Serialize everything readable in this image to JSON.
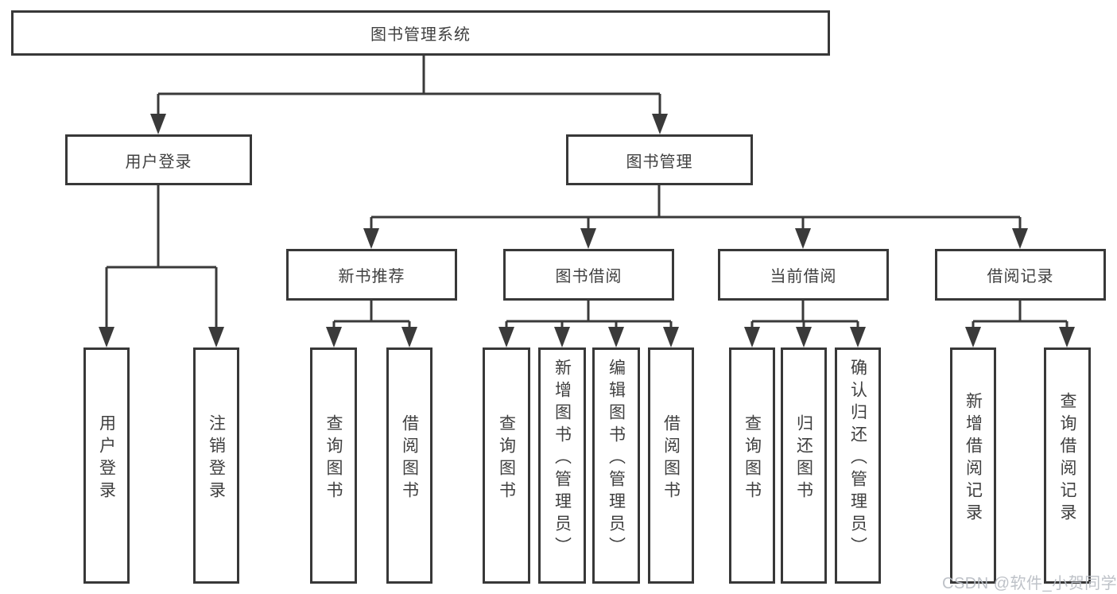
{
  "diagram_title": "图书管理系统",
  "nodes": {
    "root": "图书管理系统",
    "user_login_module": "用户登录",
    "book_management": "图书管理",
    "new_book_recommend": "新书推荐",
    "book_borrowing": "图书借阅",
    "current_borrowing": "当前借阅",
    "borrowing_records": "借阅记录",
    "user_login_func": "用户登录",
    "logout_func": "注销登录",
    "nbr_query_books": "查询图书",
    "nbr_borrow_books": "借阅图书",
    "bb_query_books": "查询图书",
    "bb_add_books_admin": "新增图书（管理员）",
    "bb_edit_books_admin": "编辑图书（管理员）",
    "bb_borrow_books": "借阅图书",
    "cb_query_books": "查询图书",
    "cb_return_books": "归还图书",
    "cb_confirm_return_admin": "确认归还（管理员）",
    "br_add_record": "新增借阅记录",
    "br_query_record": "查询借阅记录"
  },
  "hierarchy": {
    "图书管理系统": {
      "用户登录": [
        "用户登录",
        "注销登录"
      ],
      "图书管理": {
        "新书推荐": [
          "查询图书",
          "借阅图书"
        ],
        "图书借阅": [
          "查询图书",
          "新增图书（管理员）",
          "编辑图书（管理员）",
          "借阅图书"
        ],
        "当前借阅": [
          "查询图书",
          "归还图书",
          "确认归还（管理员）"
        ],
        "借阅记录": [
          "新增借阅记录",
          "查询借阅记录"
        ]
      }
    }
  },
  "colors": {
    "line": "#3a3a3a",
    "box_border": "#383838",
    "text": "#404040",
    "background": "#ffffff",
    "watermark": "#b9bdc4"
  },
  "watermark": "CSDN @软件_小贺同学"
}
